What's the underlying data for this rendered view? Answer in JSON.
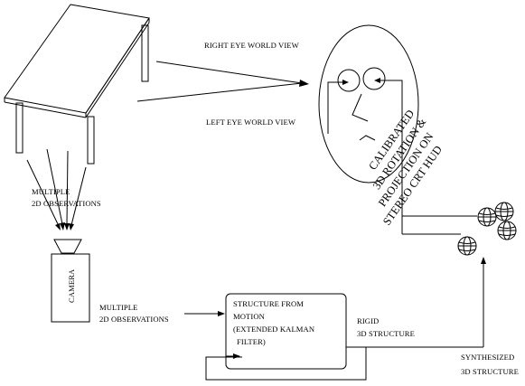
{
  "diagram": {
    "labels": {
      "right_eye": "RIGHT EYE WORLD VIEW",
      "left_eye": "LEFT EYE WORLD VIEW",
      "multiple_obs_1_line1": "MULTIPLE",
      "multiple_obs_1_line2": "2D OBSERVATIONS",
      "camera": "CAMERA",
      "multiple_obs_2_line1": "MULTIPLE",
      "multiple_obs_2_line2": "2D OBSERVATIONS",
      "sfm_line1": "STRUCTURE FROM",
      "sfm_line2": "MOTION",
      "sfm_line3": "(EXTENDED KALMAN",
      "sfm_line4": "FILTER)",
      "rigid_line1": "RIGID",
      "rigid_line2": "3D STRUCTURE",
      "synth_line1": "SYNTHESIZED",
      "synth_line2": "3D STRUCTURE",
      "hud_line1": "CALIBRATED",
      "hud_line2": "3D ROTATION &",
      "hud_line3": "PROJECTION ON",
      "hud_line4": "STEREO CRT HUD"
    }
  }
}
